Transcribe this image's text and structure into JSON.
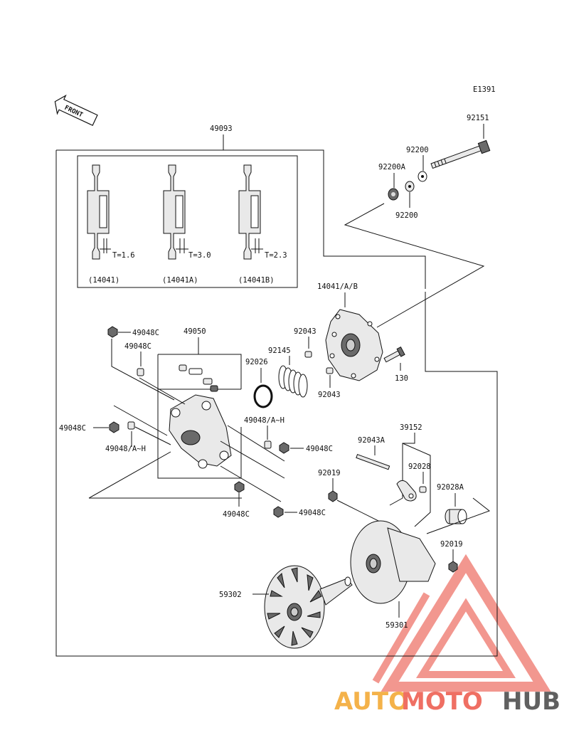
{
  "diagram_code": "E1391",
  "front_label": "FRONT",
  "kit_label": "49093",
  "inset": {
    "thickness": [
      "T=1.6",
      "T=3.0",
      "T=2.3"
    ],
    "codes": [
      "(14041)",
      "(14041A)",
      "(14041B)"
    ]
  },
  "parts": {
    "p92151": "92151",
    "p92200_top": "92200",
    "p92200a": "92200A",
    "p92200_bottom": "92200",
    "p14041ab": "14041/A/B",
    "p92043_upper": "92043",
    "p92043_lower": "92043",
    "p130": "130",
    "p92145": "92145",
    "p92026": "92026",
    "p49050": "49050",
    "p49048c_top": "49048C",
    "p49048c_second": "49048C",
    "p49048c_left": "49048C",
    "p49048ah_left": "49048/A~H",
    "p49048ah_right": "49048/A~H",
    "p49048c_mid_right": "49048C",
    "p49048c_bottom_left": "49048C",
    "p49048c_bottom_right": "49048C",
    "p39152": "39152",
    "p92043a": "92043A",
    "p92028": "92028",
    "p92019_left": "92019",
    "p92028a": "92028A",
    "p92019_right": "92019",
    "p59302": "59302",
    "p59301": "59301"
  },
  "watermark": {
    "auto": "AUTO",
    "moto": "MOTO",
    "hub": "HUB",
    "colors": {
      "triangle": "#f0857c",
      "auto": "#f4b24a",
      "moto": "#ef6f63",
      "hub": "#606060"
    }
  }
}
